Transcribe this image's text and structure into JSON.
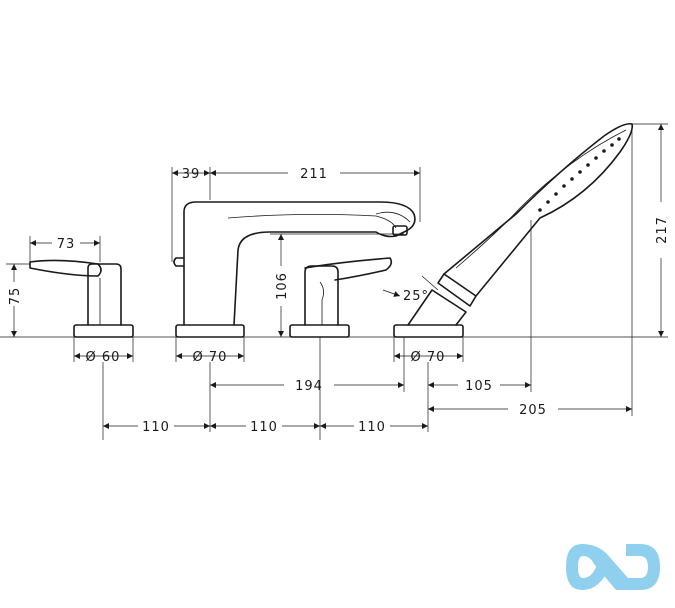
{
  "dimensions": {
    "handle_left_length": "73",
    "handle_left_height": "75",
    "spout_offset": "39",
    "spout_length": "211",
    "spout_height": "106",
    "shower_angle": "25°",
    "shower_height": "217",
    "base_left_diameter": "Ø 60",
    "base_spout_diameter": "Ø 70",
    "base_shower_diameter": "Ø 70",
    "spout_to_shower": "194",
    "shower_reach_1": "105",
    "shower_reach_2": "205",
    "spacing_1": "110",
    "spacing_2": "110",
    "spacing_3": "110"
  },
  "logo": {
    "icon": "brand-logo-icon",
    "color": "#8fd0ee"
  }
}
